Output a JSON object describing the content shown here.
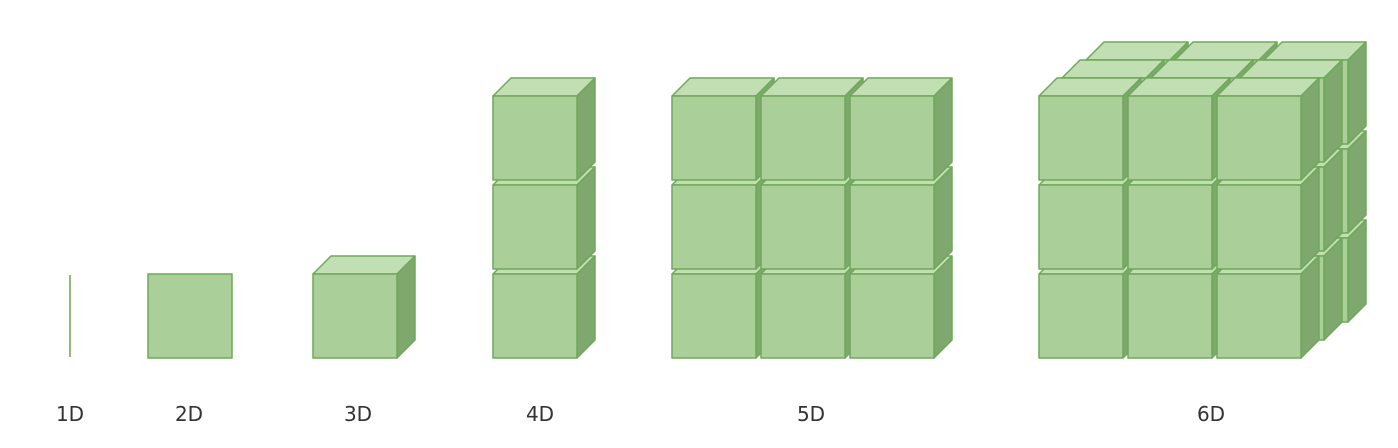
{
  "colors": {
    "front": "#aacf98",
    "top": "#c2dfb3",
    "side": "#7fa86e",
    "edge": "#6fa85a",
    "line": "#8fba7b",
    "label": "#333333"
  },
  "labels": {
    "d1": "1D",
    "d2": "2D",
    "d3": "3D",
    "d4": "4D",
    "d5": "5D",
    "d6": "6D"
  }
}
